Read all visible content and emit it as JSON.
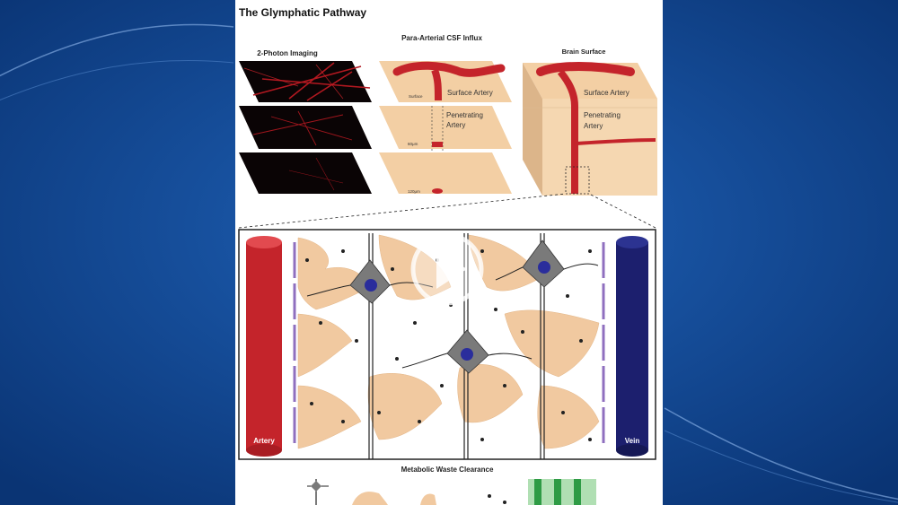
{
  "figure": {
    "title": "The Glymphatic Pathway",
    "influx_title": "Para-Arterial CSF Influx",
    "photon_label": "2-Photon Imaging",
    "brain_surface_label": "Brain Surface",
    "surface_artery_label": "Surface Artery",
    "penetrating_label_1": "Penetrating",
    "penetrating_label_2": "Artery",
    "depth_surface": "Surface",
    "depth_mid": "60μm",
    "depth_deep": "120μm",
    "artery_label": "Artery",
    "vein_label": "Vein",
    "clearance_title": "Metabolic Waste Clearance"
  },
  "colors": {
    "background": "#0d3f86",
    "artery_red": "#c4242b",
    "vein_blue": "#1c1f6e",
    "tissue_tan": "#f3cfa4",
    "astrocyte": "#f1c9a0",
    "neuron_grey": "#7a7a7a",
    "endfoot_purple": "#8f6fbf"
  },
  "player": {
    "play_icon": "play-icon"
  }
}
